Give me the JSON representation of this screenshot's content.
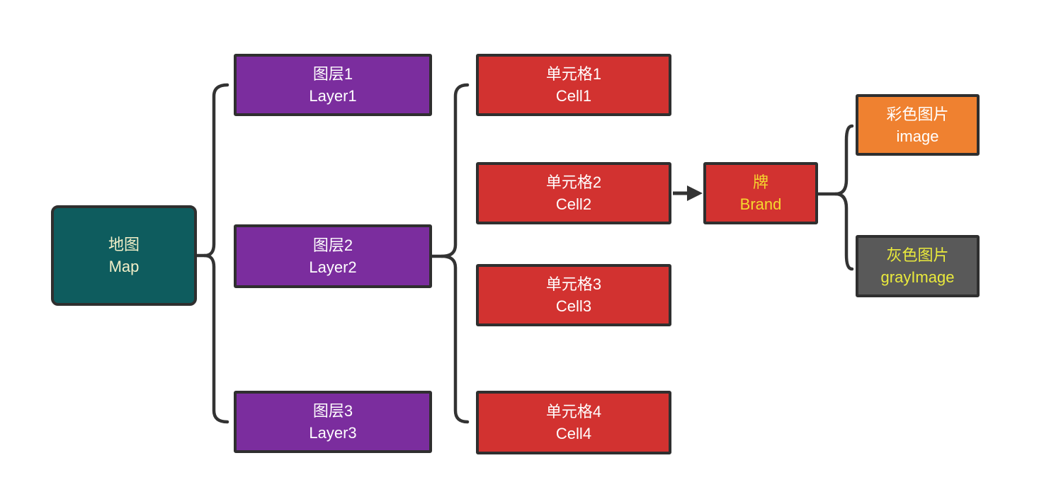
{
  "diagram": {
    "background": "#FFFFFF",
    "connector_color": "#333333",
    "border_color": "#2F2F2F",
    "nodes": {
      "map": {
        "line1": "地图",
        "line2": "Map",
        "fill": "#0E5C5E",
        "text_color": "#F2EFC8"
      },
      "layer1": {
        "line1": "图层1",
        "line2": "Layer1",
        "fill": "#7B2D9E",
        "text_color": "#FFFFFF"
      },
      "layer2": {
        "line1": "图层2",
        "line2": "Layer2",
        "fill": "#7B2D9E",
        "text_color": "#FFFFFF"
      },
      "layer3": {
        "line1": "图层3",
        "line2": "Layer3",
        "fill": "#7B2D9E",
        "text_color": "#FFFFFF"
      },
      "cell1": {
        "line1": "单元格1",
        "line2": "Cell1",
        "fill": "#D23230",
        "text_color": "#FFFFFF"
      },
      "cell2": {
        "line1": "单元格2",
        "line2": "Cell2",
        "fill": "#D23230",
        "text_color": "#FFFFFF"
      },
      "cell3": {
        "line1": "单元格3",
        "line2": "Cell3",
        "fill": "#D23230",
        "text_color": "#FFFFFF"
      },
      "cell4": {
        "line1": "单元格4",
        "line2": "Cell4",
        "fill": "#D23230",
        "text_color": "#FFFFFF"
      },
      "brand": {
        "line1": "牌",
        "line2": "Brand",
        "fill": "#D23230",
        "text_color": "#F5D82E"
      },
      "image": {
        "line1": "彩色图片",
        "line2": "image",
        "fill": "#EF8130",
        "text_color": "#FFFFFF"
      },
      "gray_image": {
        "line1": "灰色图片",
        "line2": "grayImage",
        "fill": "#595959",
        "text_color": "#EAEA3C"
      }
    },
    "connections": [
      {
        "type": "brace",
        "from": "map",
        "to": [
          "layer1",
          "layer2",
          "layer3"
        ]
      },
      {
        "type": "brace",
        "from": "layer2",
        "to": [
          "cell1",
          "cell2",
          "cell3",
          "cell4"
        ]
      },
      {
        "type": "arrow",
        "from": "cell2",
        "to": "brand"
      },
      {
        "type": "brace",
        "from": "brand",
        "to": [
          "image",
          "gray_image"
        ]
      }
    ]
  }
}
